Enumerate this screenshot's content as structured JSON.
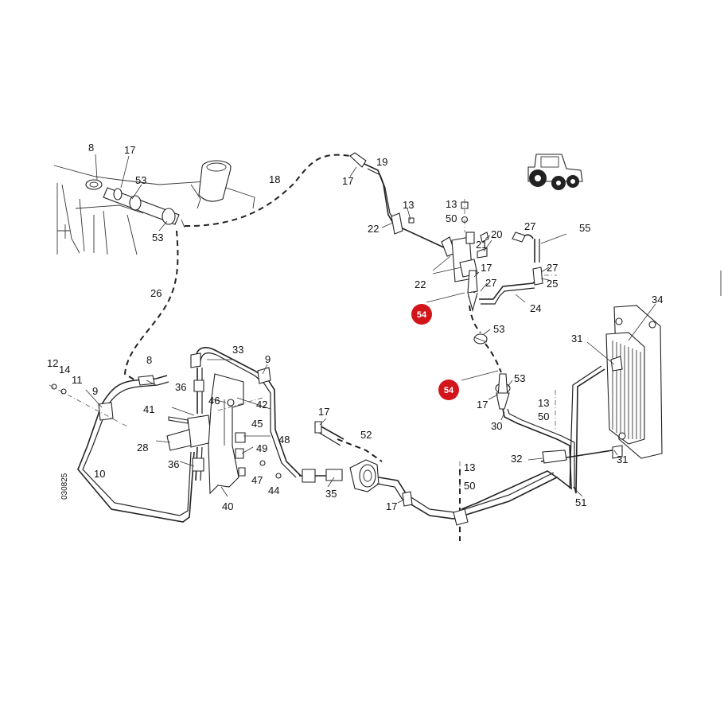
{
  "drawing_number": "030825",
  "highlight_color": "#d2151b",
  "callouts": [
    {
      "id": "c8a",
      "text": "8"
    },
    {
      "id": "c17a",
      "text": "17"
    },
    {
      "id": "c53a",
      "text": "53"
    },
    {
      "id": "c53b",
      "text": "53"
    },
    {
      "id": "c18",
      "text": "18"
    },
    {
      "id": "c26",
      "text": "26"
    },
    {
      "id": "c19",
      "text": "19"
    },
    {
      "id": "c17b",
      "text": "17"
    },
    {
      "id": "c22a",
      "text": "22"
    },
    {
      "id": "c13a",
      "text": "13"
    },
    {
      "id": "c13b",
      "text": "13"
    },
    {
      "id": "c50a",
      "text": "50"
    },
    {
      "id": "c20",
      "text": "20"
    },
    {
      "id": "c21",
      "text": "21"
    },
    {
      "id": "c17c",
      "text": "17"
    },
    {
      "id": "c22b",
      "text": "22"
    },
    {
      "id": "c27a",
      "text": "27"
    },
    {
      "id": "c55",
      "text": "55"
    },
    {
      "id": "c27b",
      "text": "27"
    },
    {
      "id": "c27c",
      "text": "27"
    },
    {
      "id": "c25",
      "text": "25"
    },
    {
      "id": "c24",
      "text": "24"
    },
    {
      "id": "c53c",
      "text": "53"
    },
    {
      "id": "c34",
      "text": "34"
    },
    {
      "id": "c31a",
      "text": "31"
    },
    {
      "id": "c53d",
      "text": "53"
    },
    {
      "id": "c17d",
      "text": "17"
    },
    {
      "id": "c13c",
      "text": "13"
    },
    {
      "id": "c50b",
      "text": "50"
    },
    {
      "id": "c30",
      "text": "30"
    },
    {
      "id": "c32",
      "text": "32"
    },
    {
      "id": "c31b",
      "text": "31"
    },
    {
      "id": "c51",
      "text": "51"
    },
    {
      "id": "c12",
      "text": "12"
    },
    {
      "id": "c14",
      "text": "14"
    },
    {
      "id": "c11",
      "text": "11"
    },
    {
      "id": "c9a",
      "text": "9"
    },
    {
      "id": "c8b",
      "text": "8"
    },
    {
      "id": "c33",
      "text": "33"
    },
    {
      "id": "c9b",
      "text": "9"
    },
    {
      "id": "c36a",
      "text": "36"
    },
    {
      "id": "c46",
      "text": "46"
    },
    {
      "id": "c42",
      "text": "42"
    },
    {
      "id": "c41",
      "text": "41"
    },
    {
      "id": "c45",
      "text": "45"
    },
    {
      "id": "c48",
      "text": "48"
    },
    {
      "id": "c28",
      "text": "28"
    },
    {
      "id": "c49",
      "text": "49"
    },
    {
      "id": "c36b",
      "text": "36"
    },
    {
      "id": "c47",
      "text": "47"
    },
    {
      "id": "c44",
      "text": "44"
    },
    {
      "id": "c10",
      "text": "10"
    },
    {
      "id": "c40",
      "text": "40"
    },
    {
      "id": "c17e",
      "text": "17"
    },
    {
      "id": "c52",
      "text": "52"
    },
    {
      "id": "c35",
      "text": "35"
    },
    {
      "id": "c17f",
      "text": "17"
    },
    {
      "id": "c13d",
      "text": "13"
    },
    {
      "id": "c50c",
      "text": "50"
    }
  ],
  "highlights": [
    {
      "id": "h54a",
      "text": "54"
    },
    {
      "id": "h54b",
      "text": "54"
    }
  ]
}
